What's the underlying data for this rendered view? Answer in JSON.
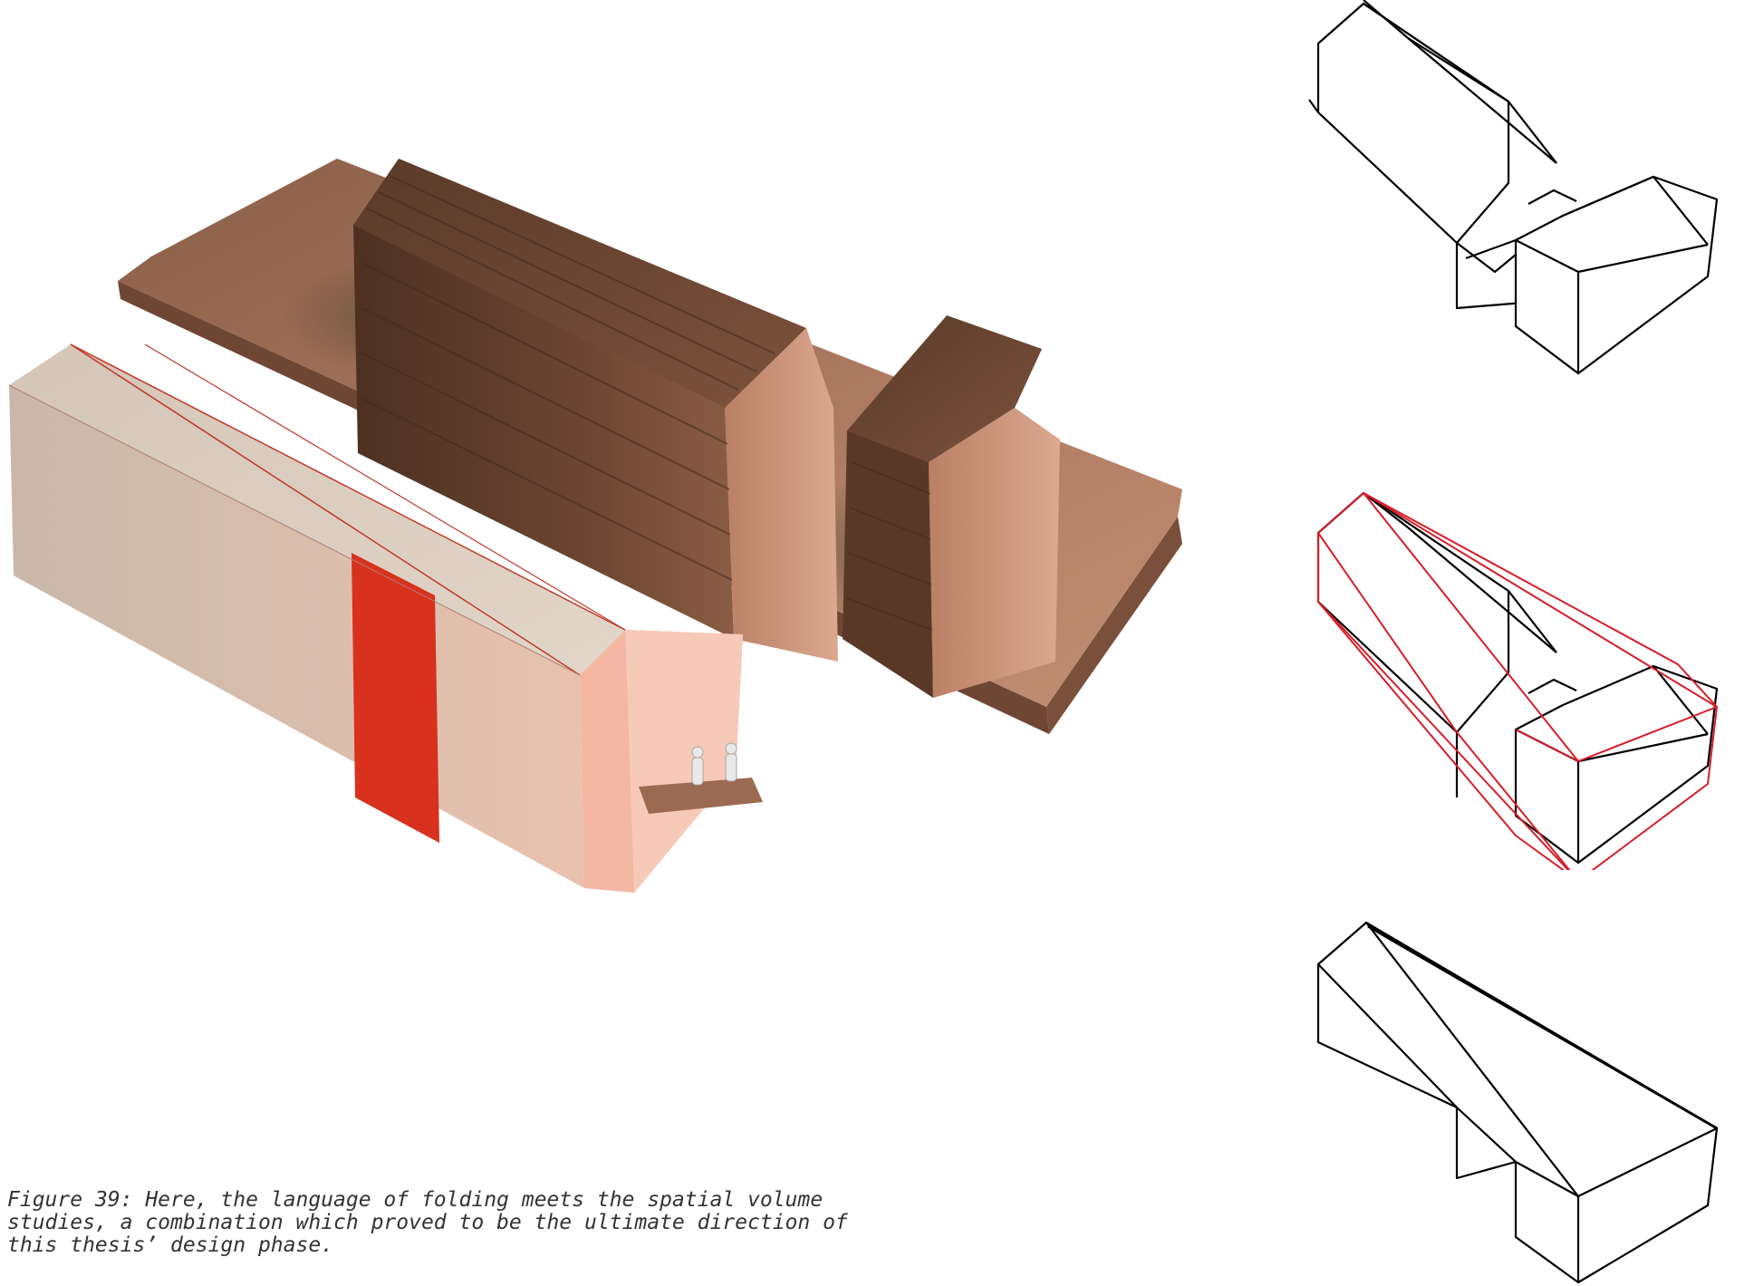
{
  "caption": {
    "text": "Figure 39: Here, the language of folding meets the spatial volume studies, a combination which proved to be the ultimate direction of this thesis’ design phase."
  },
  "colors": {
    "line": "#000000",
    "highlight": "#d61e2a",
    "paper_model": "#d9cbbd",
    "paper_end": "#f4b9a6",
    "red_band": "#d8311d",
    "wood_dark": "#5c3b2a",
    "wood_mid": "#9a6a52",
    "wood_light": "#c99a82"
  },
  "figures": {
    "photo": {
      "subject": "folded-paper-model-and-wood-massing-model"
    },
    "diagrams": [
      {
        "style": "black-outline"
      },
      {
        "style": "outline-with-red-fold-lines"
      },
      {
        "style": "black-outline-folded"
      }
    ]
  }
}
